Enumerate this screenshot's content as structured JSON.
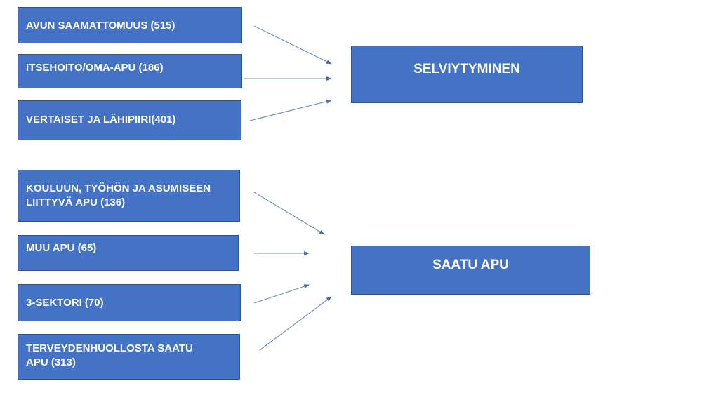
{
  "diagram": {
    "sources_group_1": [
      {
        "label": "AVUN SAAMATTOMUUS (515)"
      },
      {
        "label": "ITSEHOITO/OMA-APU (186)"
      },
      {
        "label": "VERTAISET JA LÄHIPIIRI(401)"
      }
    ],
    "target_1": {
      "label": "SELVIYTYMINEN"
    },
    "sources_group_2": [
      {
        "label": "KOULUUN, TYÖHÖN JA ASUMISEEN LIITTYVÄ APU (136)"
      },
      {
        "label": "MUU APU (65)"
      },
      {
        "label": "3-SEKTORI (70)"
      },
      {
        "label": "TERVEYDENHUOLLOSTA SAATU APU (313)"
      }
    ],
    "target_2": {
      "label": "SAATU APU"
    },
    "colors": {
      "box_fill": "#4472C4",
      "box_border": "#2F528F",
      "arrow": "#4A6FA8",
      "text": "#FFFFFF"
    }
  }
}
